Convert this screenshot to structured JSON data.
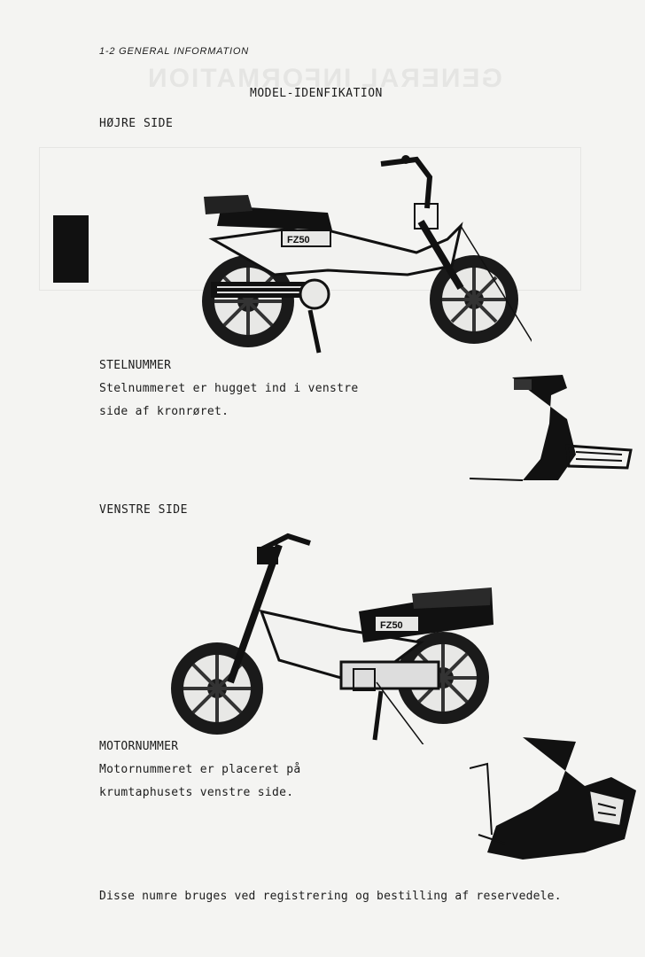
{
  "header": "1-2  GENERAL INFORMATION",
  "title": "MODEL-IDENFIKATION",
  "right_side": {
    "label": "HØJRE SIDE",
    "badge": "FZ50"
  },
  "frame_number": {
    "heading": "STELNUMMER",
    "line1": "Stelnummeret er hugget ind i venstre",
    "line2": "side af kronrøret."
  },
  "left_side": {
    "label": "VENSTRE SIDE",
    "badge": "FZ50"
  },
  "engine_number": {
    "heading": "MOTORNUMMER",
    "line1": "Motornummeret er placeret på",
    "line2": "krumtaphusets venstre side."
  },
  "footer": "Disse numre bruges ved registrering og bestilling af reservedele."
}
